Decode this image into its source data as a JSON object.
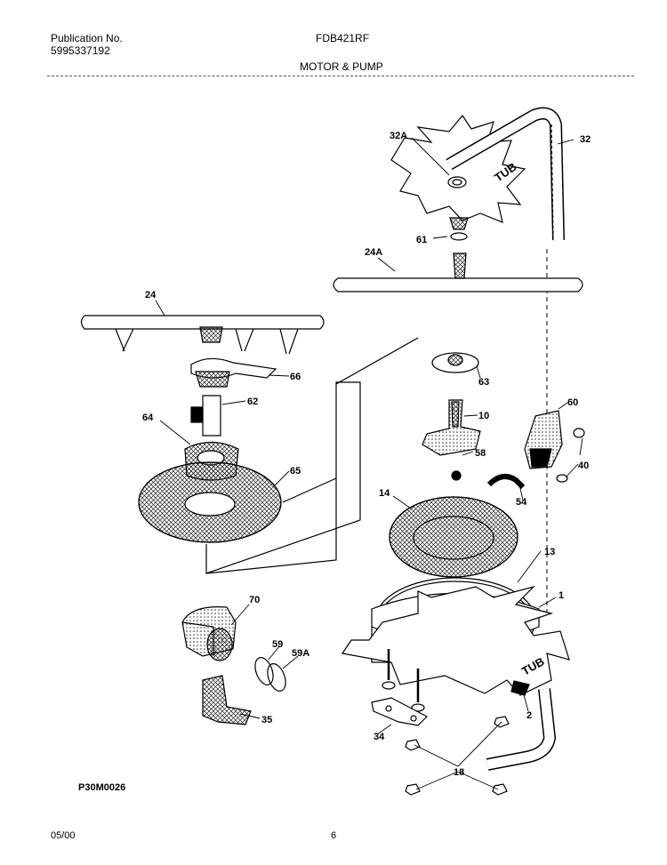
{
  "header": {
    "publication_label": "Publication No.",
    "publication_number": "5995337192",
    "model": "FDB421RF",
    "section_title": "MOTOR & PUMP"
  },
  "diagram": {
    "tub_text": "TUB",
    "labels": {
      "l32A": "32A",
      "l32": "32",
      "l61": "61",
      "l24A": "24A",
      "l24": "24",
      "l66": "66",
      "l63": "63",
      "l62": "62",
      "l10": "10",
      "l60": "60",
      "l64": "64",
      "l58": "58",
      "l40": "40",
      "l65": "65",
      "l14": "14",
      "l54": "54",
      "l13": "13",
      "l1": "1",
      "l70": "70",
      "l59": "59",
      "l59A": "59A",
      "l35": "35",
      "l2": "2",
      "l34": "34",
      "l18": "18"
    }
  },
  "footer": {
    "drawing_code": "P30M0026",
    "date": "05/00",
    "page_number": "6"
  }
}
